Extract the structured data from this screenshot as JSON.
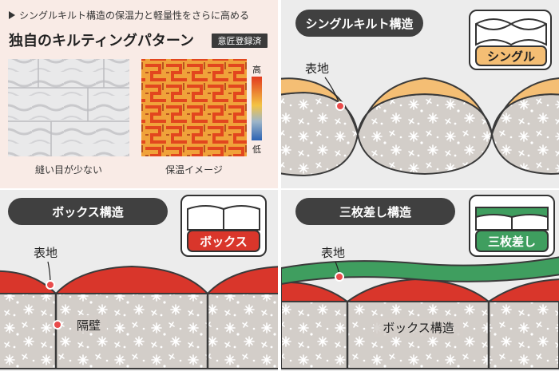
{
  "intro": {
    "tagline": "シングルキルト構造の保温力と軽量性をさらに高める",
    "title": "独自のキルティングパターン",
    "badge": "意匠登録済",
    "photo_caption": "縫い目が少ない",
    "thermal_caption": "保温イメージ",
    "scale_high": "高",
    "scale_low": "低"
  },
  "single": {
    "heading": "シングルキルト構造",
    "icon_label": "シングル",
    "label_outer": "表地",
    "accent": "#f4be74"
  },
  "box": {
    "heading": "ボックス構造",
    "icon_label": "ボックス",
    "label_outer": "表地",
    "label_wall": "隔壁",
    "accent": "#d9362b"
  },
  "triple": {
    "heading": "三枚差し構造",
    "icon_label": "三枚差し",
    "label_outer": "表地",
    "label_inner": "ボックス構造",
    "accent": "#3f9e5f"
  }
}
